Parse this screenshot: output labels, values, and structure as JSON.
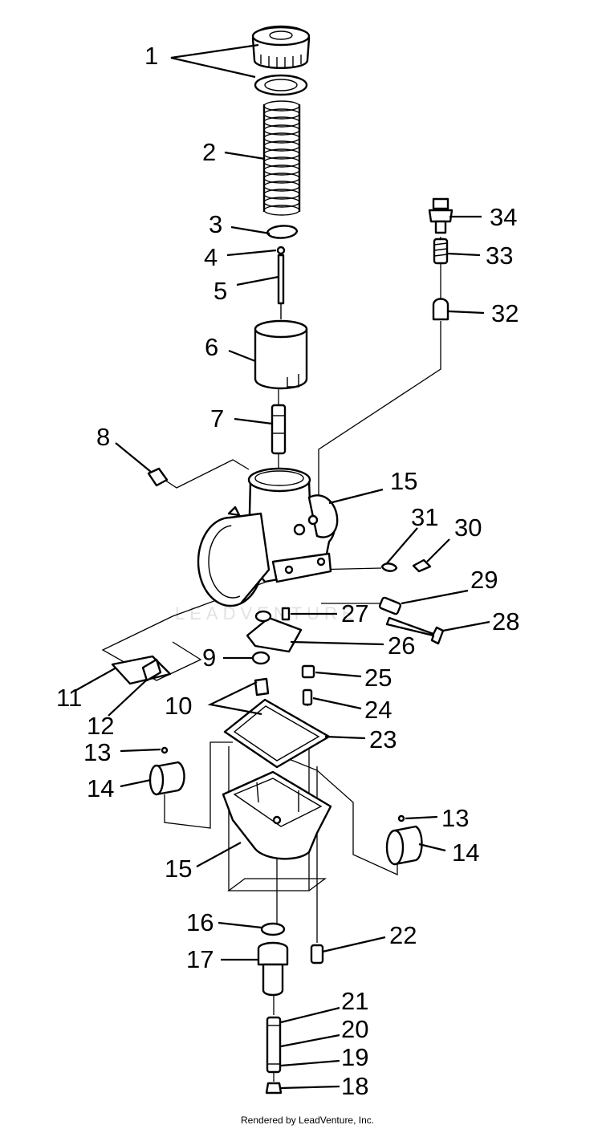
{
  "labels": {
    "l1": "1",
    "l2": "2",
    "l3": "3",
    "l4": "4",
    "l5": "5",
    "l6": "6",
    "l7": "7",
    "l8": "8",
    "l9": "9",
    "l10": "10",
    "l11": "11",
    "l12": "12",
    "l13a": "13",
    "l13b": "13",
    "l14a": "14",
    "l14b": "14",
    "l15a": "15",
    "l15b": "15",
    "l16": "16",
    "l17": "17",
    "l18": "18",
    "l19": "19",
    "l20": "20",
    "l21": "21",
    "l22": "22",
    "l23": "23",
    "l24": "24",
    "l25": "25",
    "l26": "26",
    "l27": "27",
    "l28": "28",
    "l29": "29",
    "l30": "30",
    "l31": "31",
    "l32": "32",
    "l33": "33",
    "l34": "34"
  },
  "watermark": "LEADVENTURE",
  "footer": "Rendered by LeadVenture, Inc."
}
